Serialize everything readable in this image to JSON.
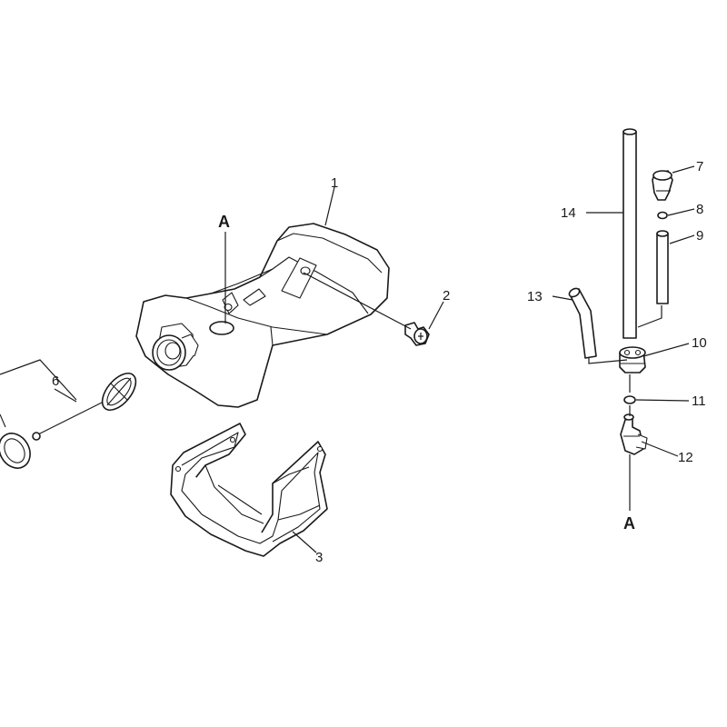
{
  "callouts": {
    "c1": "1",
    "c2": "2",
    "c3": "3",
    "c6": "6",
    "c7": "7",
    "c8": "8",
    "c9": "9",
    "c10": "10",
    "c11": "11",
    "c12": "12",
    "c13": "13",
    "c14": "14",
    "refA_left": "A",
    "refA_right": "A"
  }
}
